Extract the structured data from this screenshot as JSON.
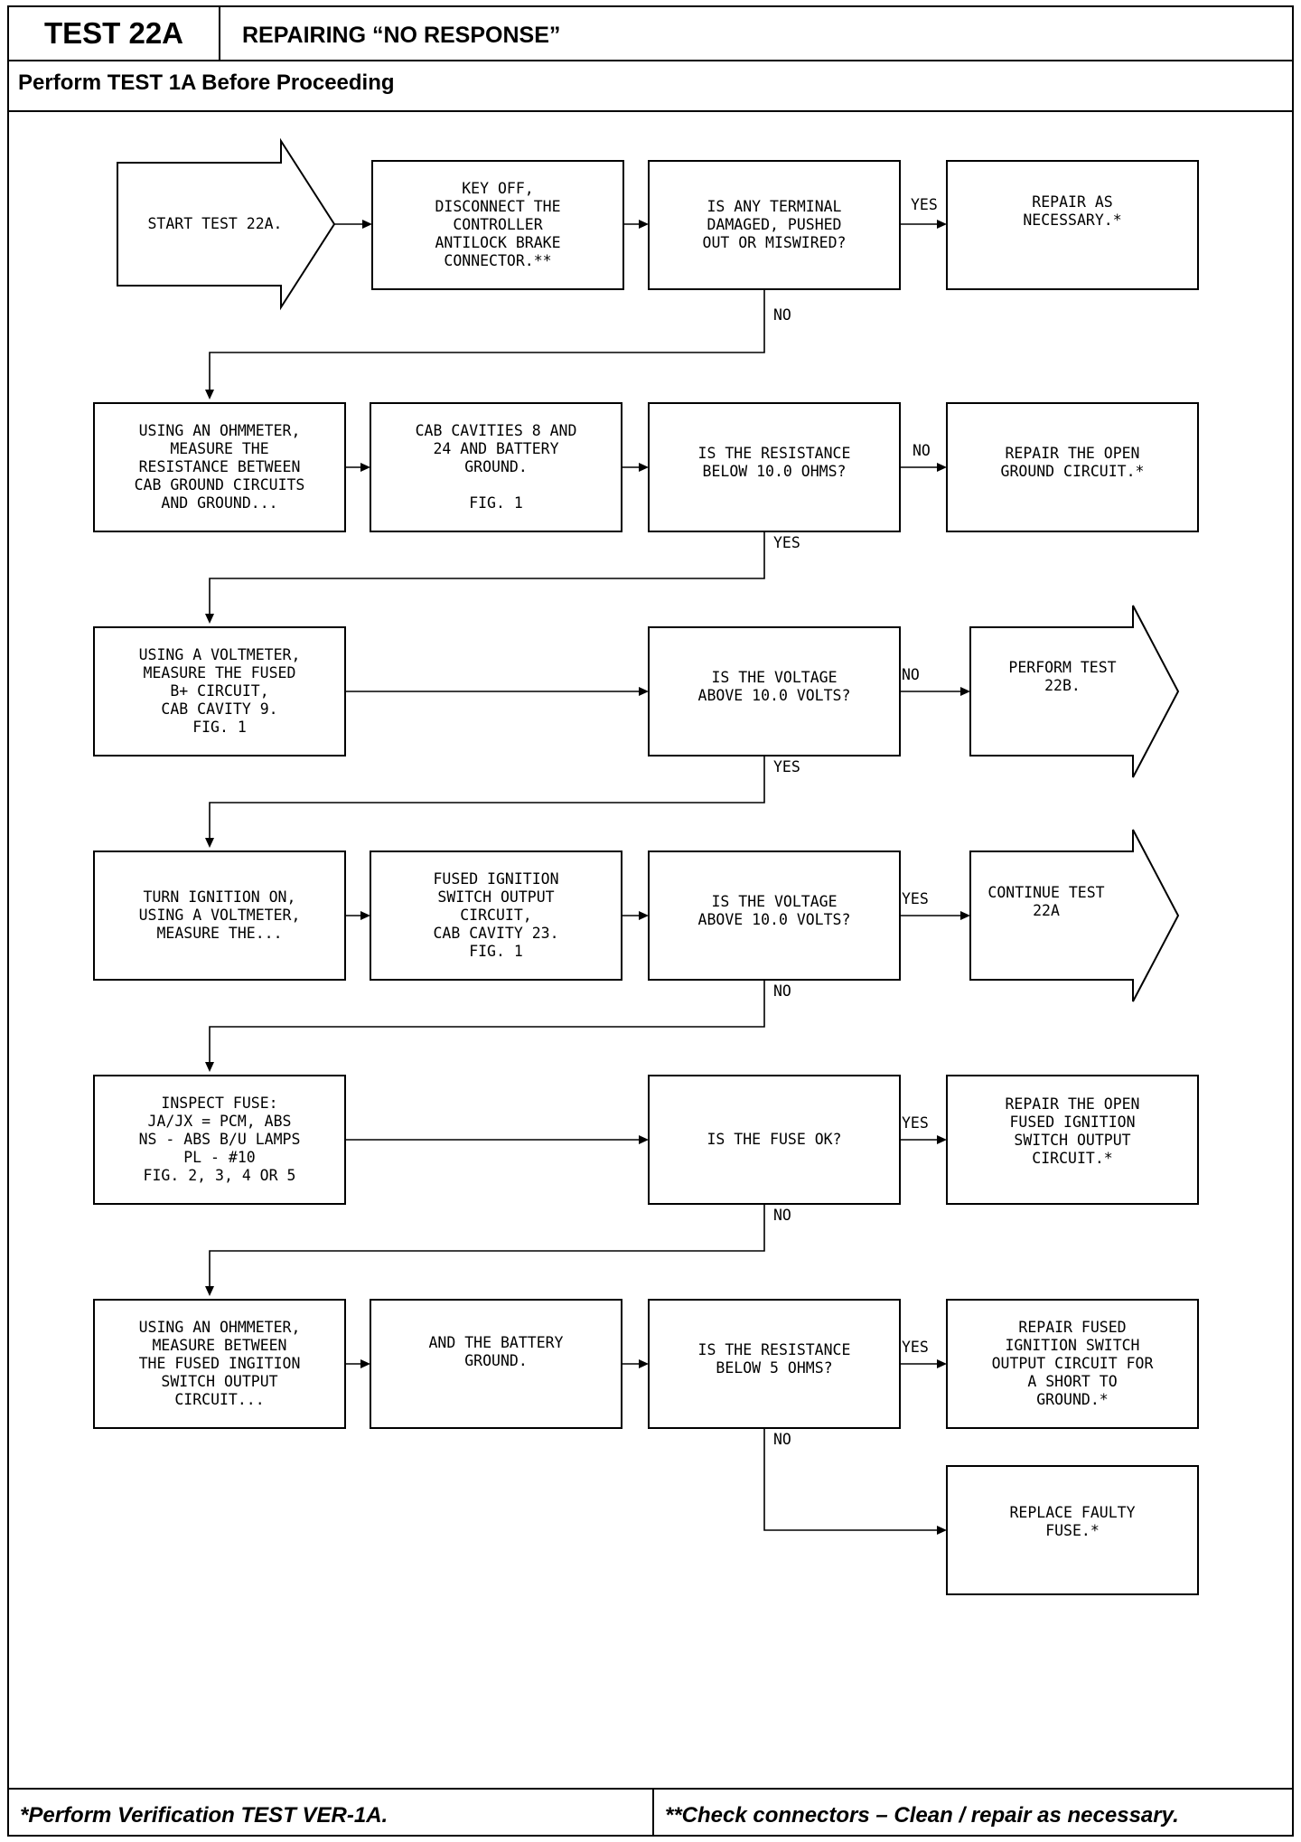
{
  "header": {
    "test_number": "TEST 22A",
    "title": "REPAIRING “NO RESPONSE”",
    "prerequisite": "Perform TEST 1A Before Proceeding"
  },
  "footer": {
    "left_note": "*Perform Verification TEST VER-1A.",
    "right_note": "**Check connectors – Clean / repair as necessary."
  },
  "flow": {
    "row1": {
      "start": [
        "START TEST 22A."
      ],
      "step": [
        "KEY OFF,",
        "DISCONNECT THE",
        "CONTROLLER",
        "ANTILOCK BRAKE",
        "CONNECTOR.**"
      ],
      "question": [
        "IS ANY TERMINAL",
        "DAMAGED, PUSHED",
        "OUT OR MISWIRED?"
      ],
      "result": [
        "REPAIR AS",
        "NECESSARY.*"
      ],
      "yes_label": "YES",
      "no_label": "NO"
    },
    "row2": {
      "step": [
        "USING AN OHMMETER,",
        "MEASURE THE",
        "RESISTANCE BETWEEN",
        "CAB GROUND CIRCUITS",
        "AND GROUND..."
      ],
      "detail": [
        "CAB CAVITIES 8 AND",
        "24 AND BATTERY",
        "GROUND.",
        "",
        "FIG. 1"
      ],
      "question": [
        "IS THE RESISTANCE",
        "BELOW 10.0 OHMS?"
      ],
      "result": [
        "REPAIR THE OPEN",
        "GROUND CIRCUIT.*"
      ],
      "no_label": "NO",
      "yes_label": "YES"
    },
    "row3": {
      "step": [
        "USING A VOLTMETER,",
        "MEASURE THE FUSED",
        "B+ CIRCUIT,",
        "CAB CAVITY 9.",
        "FIG. 1"
      ],
      "question": [
        "IS THE VOLTAGE",
        "ABOVE 10.0 VOLTS?"
      ],
      "result": [
        "PERFORM TEST",
        "22B."
      ],
      "no_label": "NO",
      "yes_label": "YES"
    },
    "row4": {
      "step": [
        "TURN IGNITION ON,",
        "USING A VOLTMETER,",
        "MEASURE THE..."
      ],
      "detail": [
        "FUSED IGNITION",
        "SWITCH OUTPUT",
        "CIRCUIT,",
        "CAB CAVITY 23.",
        "FIG. 1"
      ],
      "question": [
        "IS THE VOLTAGE",
        "ABOVE 10.0 VOLTS?"
      ],
      "result": [
        "CONTINUE TEST",
        "22A"
      ],
      "yes_label": "YES",
      "no_label": "NO"
    },
    "row5": {
      "step": [
        "INSPECT FUSE:",
        "JA/JX = PCM, ABS",
        "NS - ABS B/U LAMPS",
        "PL - #10",
        "FIG. 2, 3, 4 OR 5"
      ],
      "question": [
        "IS THE FUSE OK?"
      ],
      "result": [
        "REPAIR THE OPEN",
        "FUSED IGNITION",
        "SWITCH OUTPUT",
        "CIRCUIT.*"
      ],
      "yes_label": "YES",
      "no_label": "NO"
    },
    "row6": {
      "step": [
        "USING AN OHMMETER,",
        "MEASURE BETWEEN",
        "THE FUSED INGITION",
        "SWITCH OUTPUT",
        "CIRCUIT..."
      ],
      "detail": [
        "AND THE BATTERY",
        "GROUND."
      ],
      "question": [
        "IS THE RESISTANCE",
        "BELOW 5 OHMS?"
      ],
      "result": [
        "REPAIR FUSED",
        "IGNITION SWITCH",
        "OUTPUT CIRCUIT FOR",
        "A SHORT TO",
        "GROUND.*"
      ],
      "yes_label": "YES",
      "no_label": "NO",
      "final": [
        "REPLACE FAULTY",
        "FUSE.*"
      ]
    }
  }
}
